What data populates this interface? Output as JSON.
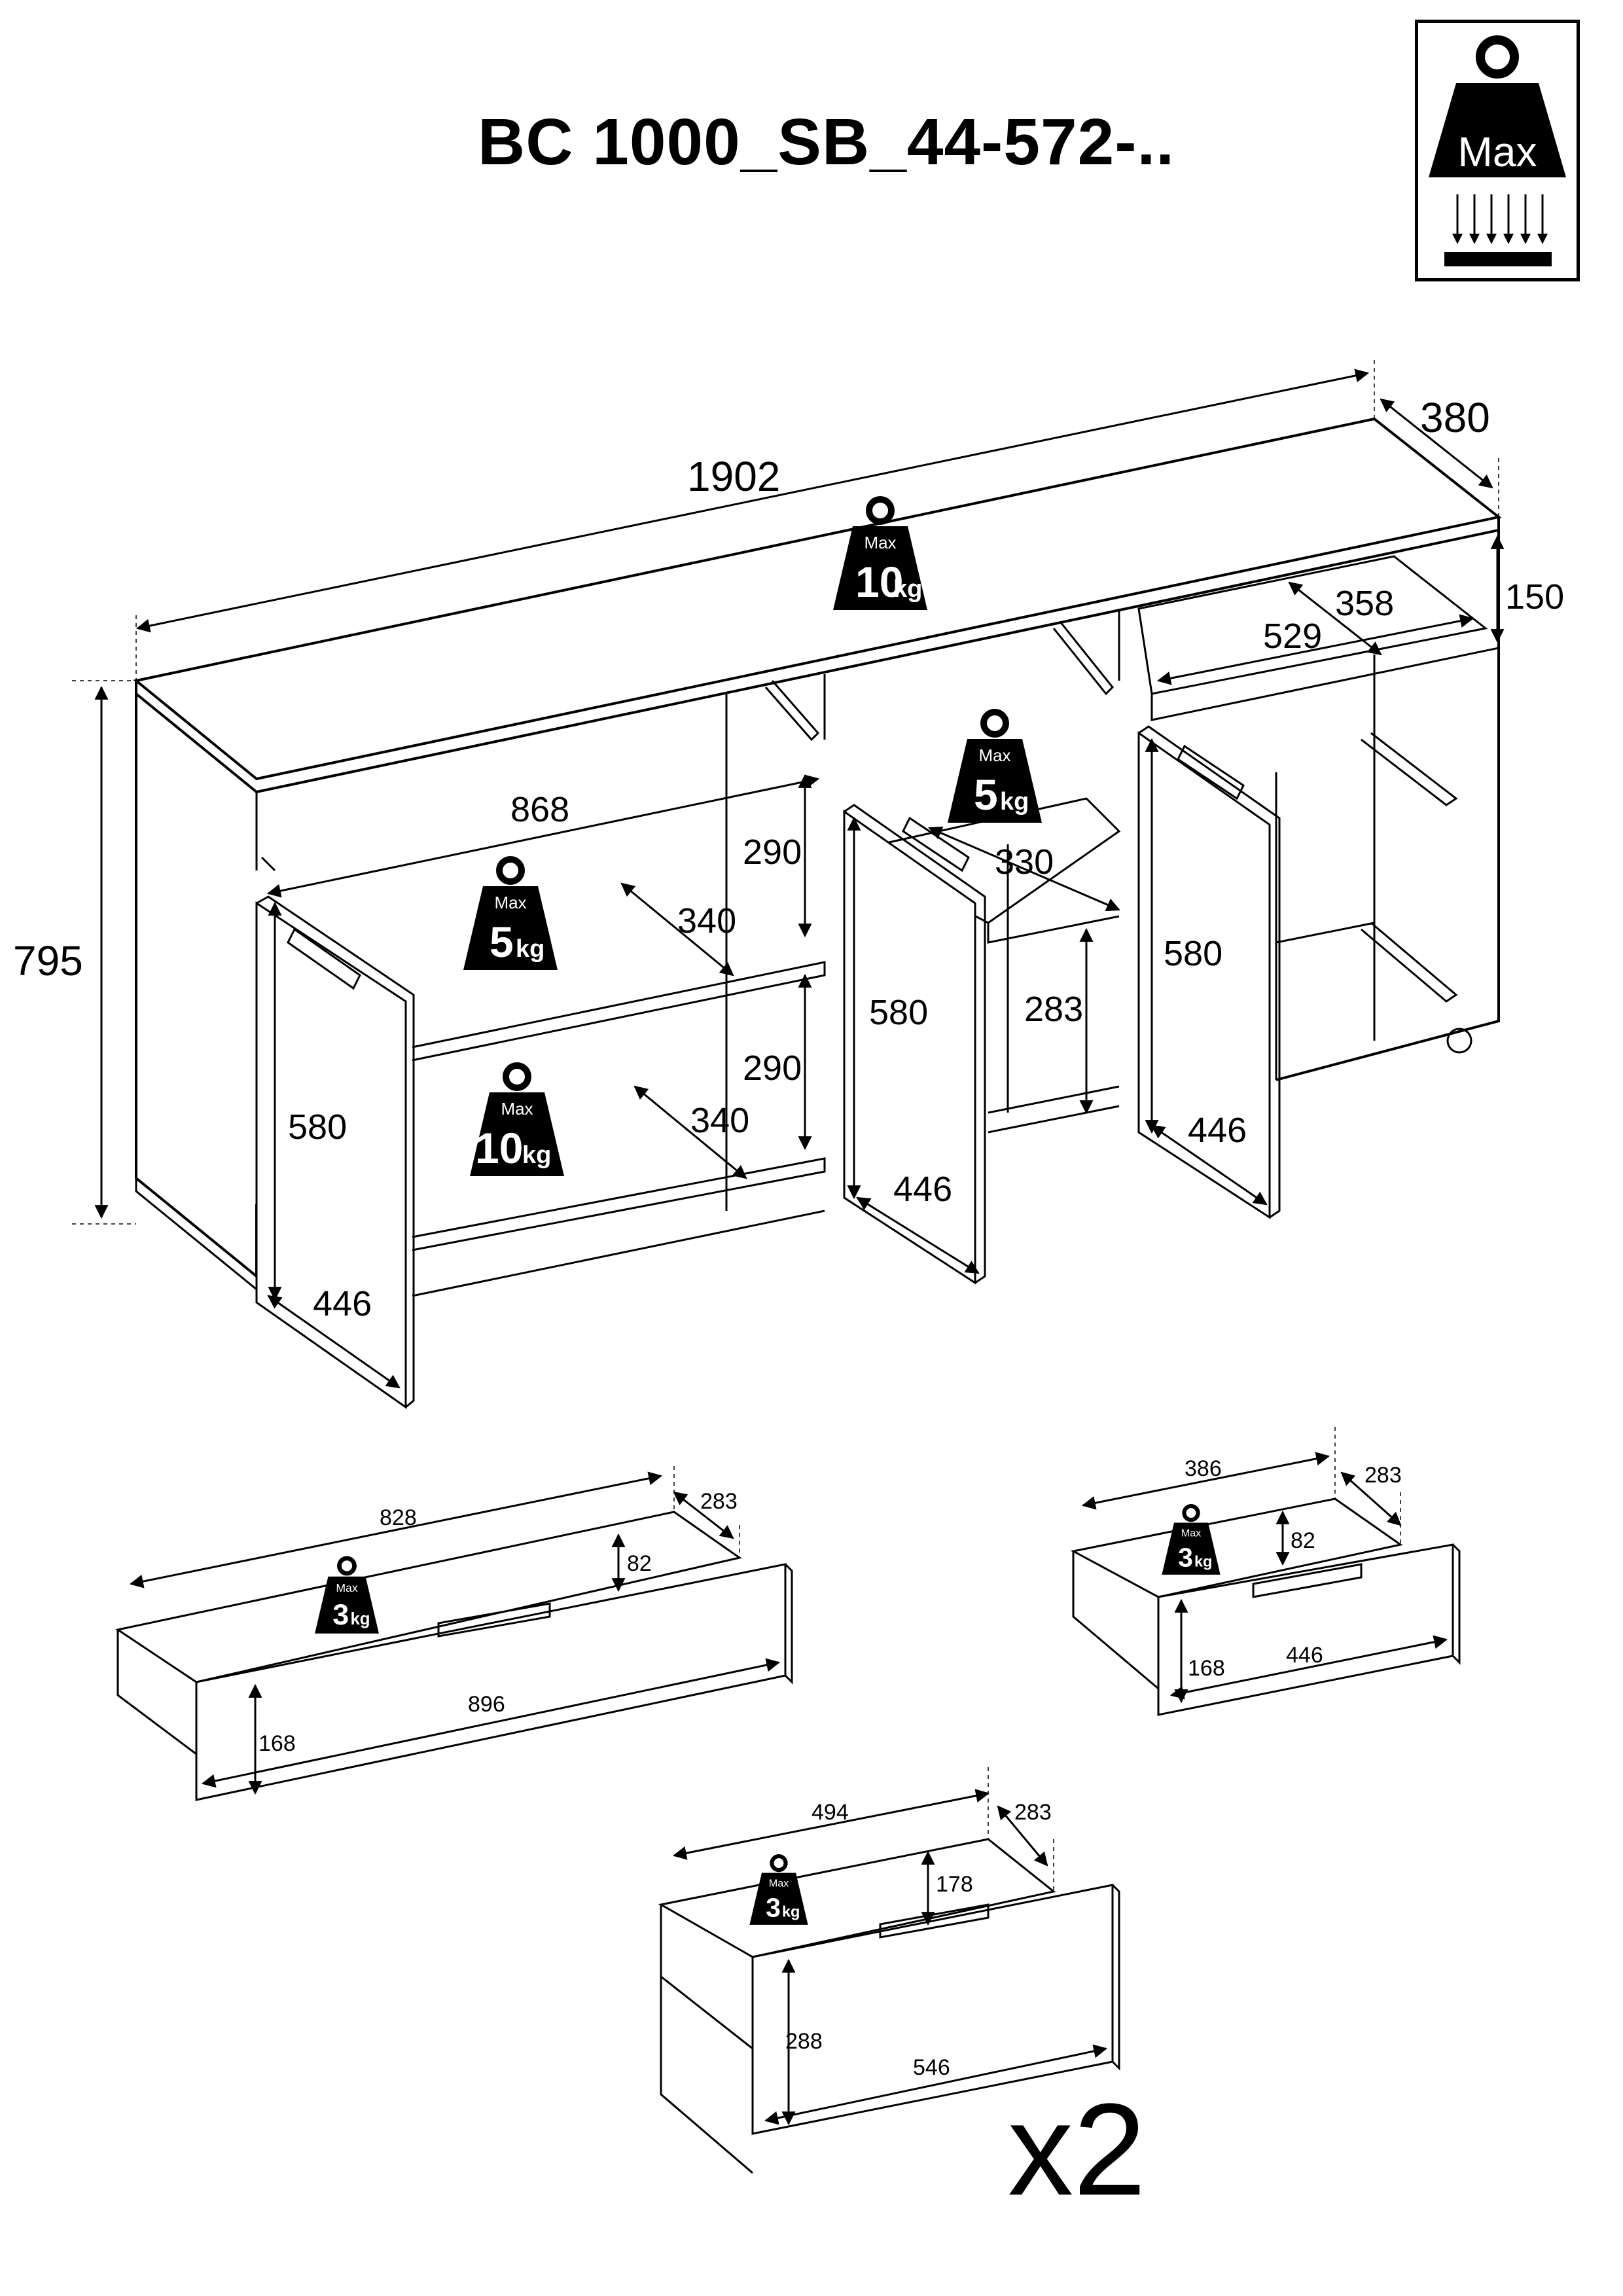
{
  "title": "BC 1000_SB_44-572-..",
  "legend": {
    "max_label": "Max"
  },
  "weights": {
    "top": {
      "max": "Max",
      "value": "10",
      "unit": "kg"
    },
    "left_upper_shelf": {
      "max": "Max",
      "value": "5",
      "unit": "kg"
    },
    "left_lower_shelf": {
      "max": "Max",
      "value": "10",
      "unit": "kg"
    },
    "middle_shelf": {
      "max": "Max",
      "value": "5",
      "unit": "kg"
    },
    "drawer_wide": {
      "max": "Max",
      "value": "3",
      "unit": "kg"
    },
    "drawer_small": {
      "max": "Max",
      "value": "3",
      "unit": "kg"
    },
    "drawer_deep": {
      "max": "Max",
      "value": "3",
      "unit": "kg"
    }
  },
  "dimensions": {
    "overall_width": "1902",
    "overall_depth": "380",
    "overall_height": "795",
    "top_cavity_height": "150",
    "top_cavity_depth": "358",
    "top_cavity_width": "529",
    "left_inner_width": "868",
    "left_shelf_depth_upper": "340",
    "left_shelf_depth_lower": "340",
    "left_shelf_gap_upper": "290",
    "left_shelf_gap_lower": "290",
    "left_door_height": "580",
    "left_door_width": "446",
    "middle_door_height": "580",
    "middle_door_width": "446",
    "middle_shelf_depth": "330",
    "middle_lower_height": "283",
    "right_door_height": "580",
    "right_door_width": "446"
  },
  "drawers": {
    "wide": {
      "inner_width": "828",
      "depth": "283",
      "inner_height": "82",
      "front_width": "896",
      "front_height": "168"
    },
    "small": {
      "inner_width": "386",
      "depth": "283",
      "inner_height": "82",
      "front_width": "446",
      "front_height": "168"
    },
    "deep": {
      "inner_width": "494",
      "depth": "283",
      "inner_height": "178",
      "front_width": "546",
      "front_height": "288"
    }
  },
  "multiplier": "x2"
}
